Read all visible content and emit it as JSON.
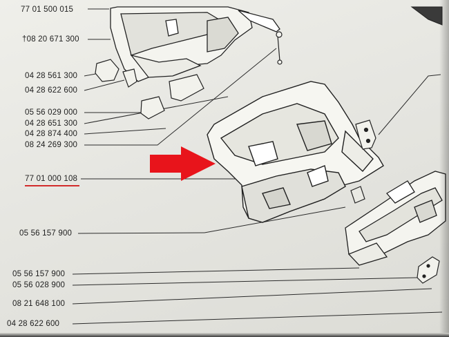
{
  "part_numbers": [
    {
      "id": "p1",
      "text": "77 01 500 015"
    },
    {
      "id": "p2",
      "text": "†08 20 671 300"
    },
    {
      "id": "p3",
      "text": "04 28 561 300"
    },
    {
      "id": "p4",
      "text": "04 28 622 600"
    },
    {
      "id": "p5",
      "text": "05 56 029 000"
    },
    {
      "id": "p6",
      "text": "04 28 651 300"
    },
    {
      "id": "p7",
      "text": "04 28 874 400"
    },
    {
      "id": "p8",
      "text": "08 24 269 300"
    },
    {
      "id": "p9",
      "text": "77 01 000 108"
    },
    {
      "id": "p10",
      "text": "05 56 157 900"
    },
    {
      "id": "p11",
      "text": "05 56 157 900"
    },
    {
      "id": "p12",
      "text": "05 56 028 900"
    },
    {
      "id": "p13",
      "text": "08 21 648 100"
    },
    {
      "id": "p14",
      "text": "04 28 622 600"
    }
  ],
  "highlighted_part": "77 01 000 108",
  "colors": {
    "arrow": "#e8141b",
    "underline": "#d22a2a",
    "ink": "#1d1d1d",
    "paper": "#ebebe6"
  },
  "icons": {
    "pointer": "red-arrow-icon"
  }
}
